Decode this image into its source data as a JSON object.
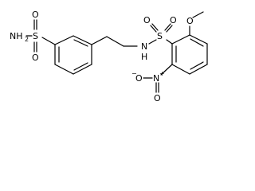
{
  "molecule": {
    "atom_labels": {
      "sulfonamide_s": "S",
      "sulfonamide_o_top": "O",
      "sulfonamide_o_bottom": "O",
      "sulfonamide_n": "NH",
      "sulfonamide_n_sub": "2",
      "linker_nh": "N",
      "linker_h": "H",
      "sulfonyl_s": "S",
      "sulfonyl_o_left": "O",
      "sulfonyl_o_right": "O",
      "methoxy_o": "O",
      "nitro_n": "N",
      "nitro_n_charge": "+",
      "nitro_o_top": "O",
      "nitro_o_side": "O",
      "nitro_o_charge": "−"
    }
  }
}
